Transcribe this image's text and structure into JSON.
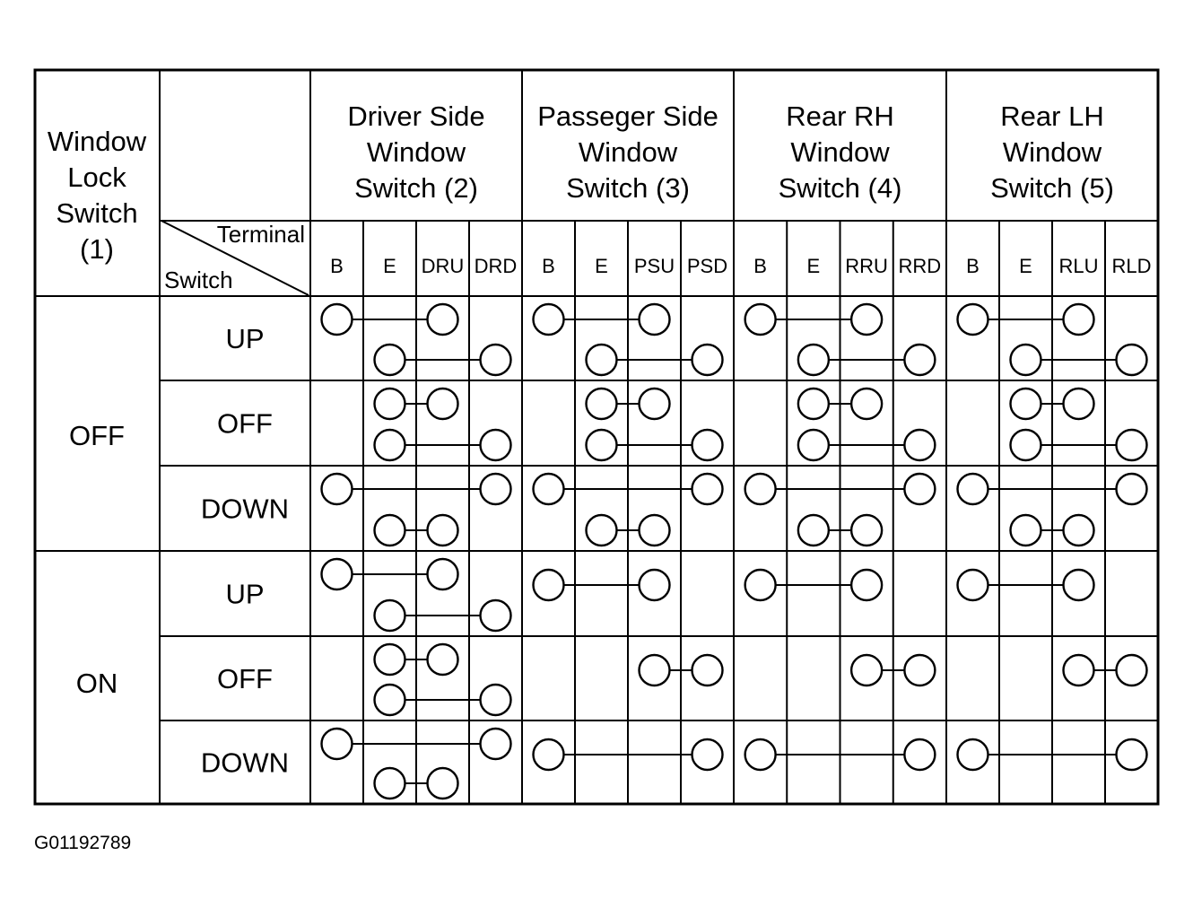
{
  "corner_header": {
    "lock_switch_label": [
      "Window",
      "Lock",
      "Switch",
      "(1)"
    ],
    "terminal_label": "Terminal",
    "switch_label": "Switch"
  },
  "switch_groups": [
    {
      "title": [
        "Driver Side",
        "Window",
        "Switch (2)"
      ],
      "terminals": [
        "B",
        "E",
        "DRU",
        "DRD"
      ]
    },
    {
      "title": [
        "Passeger Side",
        "Window",
        "Switch (3)"
      ],
      "terminals": [
        "B",
        "E",
        "PSU",
        "PSD"
      ]
    },
    {
      "title": [
        "Rear RH",
        "Window",
        "Switch (4)"
      ],
      "terminals": [
        "B",
        "E",
        "RRU",
        "RRD"
      ]
    },
    {
      "title": [
        "Rear LH",
        "Window",
        "Switch (5)"
      ],
      "terminals": [
        "B",
        "E",
        "RLU",
        "RLD"
      ]
    }
  ],
  "lock_states": [
    "OFF",
    "ON"
  ],
  "switch_positions": [
    "UP",
    "OFF",
    "DOWN",
    "UP",
    "OFF",
    "DOWN"
  ],
  "continuity": [
    [
      [
        [
          [
            "B",
            "DRU"
          ],
          [
            "E",
            "DRD"
          ]
        ],
        [
          [
            "B",
            "PSU"
          ],
          [
            "E",
            "PSD"
          ]
        ],
        [
          [
            "B",
            "RRU"
          ],
          [
            "E",
            "RRD"
          ]
        ],
        [
          [
            "B",
            "RLU"
          ],
          [
            "E",
            "RLD"
          ]
        ]
      ]
    ],
    [
      [
        [
          [
            "E",
            "DRU"
          ],
          [
            "E",
            "DRD"
          ]
        ],
        [
          [
            "E",
            "PSU"
          ],
          [
            "E",
            "PSD"
          ]
        ],
        [
          [
            "E",
            "RRU"
          ],
          [
            "E",
            "RRD"
          ]
        ],
        [
          [
            "E",
            "RLU"
          ],
          [
            "E",
            "RLD"
          ]
        ]
      ]
    ],
    [
      [
        [
          [
            "B",
            "DRD"
          ],
          [
            "E",
            "DRU"
          ]
        ],
        [
          [
            "B",
            "PSD"
          ],
          [
            "E",
            "PSU"
          ]
        ],
        [
          [
            "B",
            "RRD"
          ],
          [
            "E",
            "RRU"
          ]
        ],
        [
          [
            "B",
            "RLD"
          ],
          [
            "E",
            "RLU"
          ]
        ]
      ]
    ],
    [
      [
        [
          [
            "B",
            "DRU"
          ],
          [
            "E",
            "DRD"
          ]
        ],
        [
          [
            "B",
            "PSU"
          ]
        ],
        [
          [
            "B",
            "RRU"
          ]
        ],
        [
          [
            "B",
            "RLU"
          ]
        ]
      ]
    ],
    [
      [
        [
          [
            "E",
            "DRU"
          ],
          [
            "E",
            "DRD"
          ]
        ],
        [
          [
            "PSU",
            "PSD"
          ]
        ],
        [
          [
            "RRU",
            "RRD"
          ]
        ],
        [
          [
            "RLU",
            "RLD"
          ]
        ]
      ]
    ],
    [
      [
        [
          [
            "B",
            "DRD"
          ],
          [
            "E",
            "DRU"
          ]
        ],
        [
          [
            "B",
            "PSD"
          ]
        ],
        [
          [
            "B",
            "RRD"
          ]
        ],
        [
          [
            "B",
            "RLD"
          ]
        ]
      ]
    ]
  ],
  "figure_id": "G01192789"
}
